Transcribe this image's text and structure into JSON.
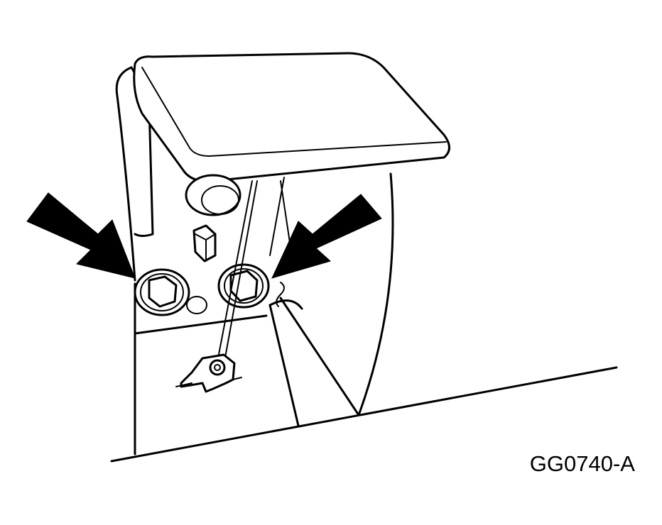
{
  "figure": {
    "label": "GG0740-A"
  },
  "colors": {
    "ink": "#000000",
    "paper": "#ffffff"
  },
  "icons": {
    "left_pointer": "arrow-pointing-down-right",
    "right_pointer": "arrow-pointing-down-left"
  }
}
